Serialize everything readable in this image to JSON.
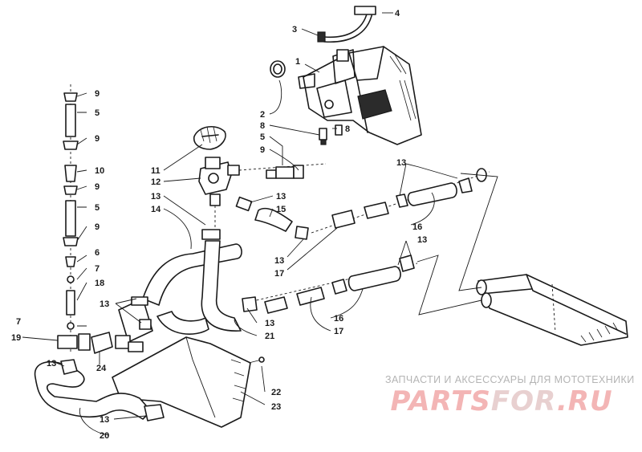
{
  "diagram": {
    "callouts": [
      "1",
      "2",
      "3",
      "4",
      "5",
      "6",
      "7",
      "8",
      "9",
      "10",
      "11",
      "12",
      "13",
      "14",
      "15",
      "16",
      "17",
      "18",
      "19",
      "20",
      "21",
      "22",
      "23",
      "24"
    ]
  },
  "watermark": {
    "tagline": "ЗАПЧАСТИ И АКСЕССУАРЫ ДЛЯ МОТОТЕХНИКИ",
    "logo_part1": "PARTS",
    "logo_part2": "FOR",
    "logo_part3": ".RU"
  }
}
